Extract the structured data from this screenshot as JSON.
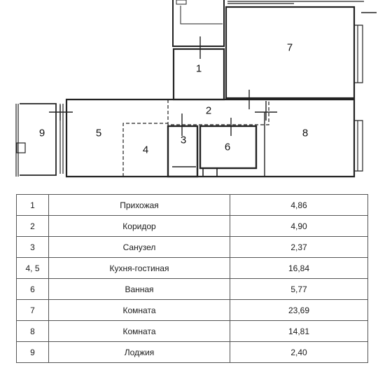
{
  "plan": {
    "room_labels": [
      "1",
      "2",
      "3",
      "4",
      "5",
      "6",
      "7",
      "8",
      "9"
    ]
  },
  "rooms_table": {
    "rows": [
      {
        "num": "1",
        "name": "Прихожая",
        "area": "4,86"
      },
      {
        "num": "2",
        "name": "Коридор",
        "area": "4,90"
      },
      {
        "num": "3",
        "name": "Санузел",
        "area": "2,37"
      },
      {
        "num": "4, 5",
        "name": "Кухня-гостиная",
        "area": "16,84"
      },
      {
        "num": "6",
        "name": "Ванная",
        "area": "5,77"
      },
      {
        "num": "7",
        "name": "Комната",
        "area": "23,69"
      },
      {
        "num": "8",
        "name": "Комната",
        "area": "14,81"
      },
      {
        "num": "9",
        "name": "Лоджия",
        "area": "2,40"
      }
    ]
  }
}
